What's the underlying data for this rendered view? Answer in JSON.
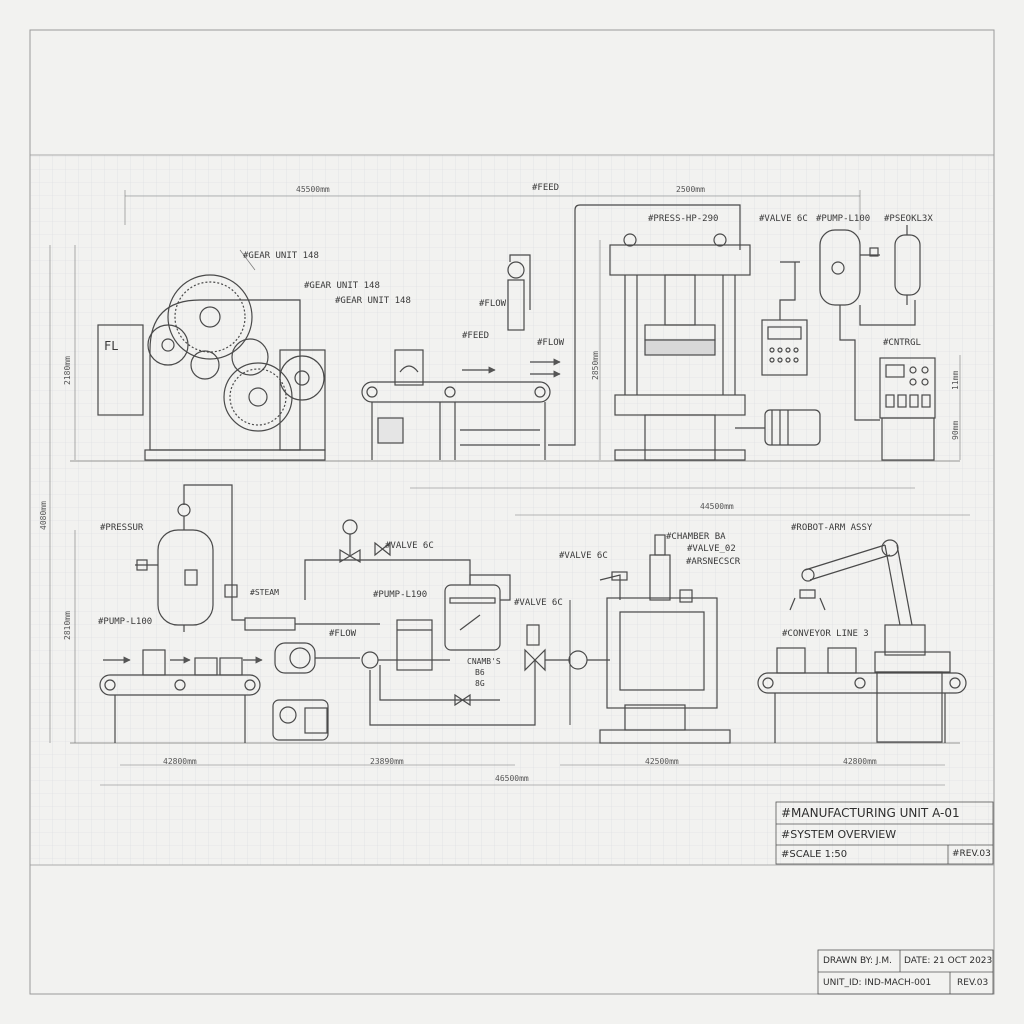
{
  "labels": {
    "gear_unit_a": "#GEAR UNIT 148",
    "gear_unit_b": "#GEAR UNIT 148",
    "gear_unit_c": "#GEAR UNIT 148",
    "flow_top": "#FLOW",
    "feed_left": "#FEED",
    "flow_arrow": "#FLOW",
    "feed_top": "#FEED",
    "press": "#PRESS-HP-290",
    "valve_top": "#VALVE 6C",
    "pump_top": "#PUMP-L100",
    "psd": "#PSEOKL3X",
    "control": "#CNTRGL",
    "pressur": "#PRESSUR",
    "pump_bottom": "#PUMP-L100",
    "steam": "#STEAM",
    "valve_bottom_a": "#VALVE 6C",
    "pump_mid": "#PUMP-L190",
    "flow_bottom": "#FLOW",
    "chamber_text_1": "CNAMB'S",
    "chamber_text_2": "B6",
    "chamber_text_3": "8G",
    "valve_bottom_b": "#VALVE 6C",
    "valve_bottom_c": "#VALVE 6C",
    "chamber": "#CHAMBER BA",
    "valve_02": "#VALVE_02",
    "arsnecscr": "#ARSNECSCR",
    "robot": "#ROBOT-ARM ASSY",
    "conveyor": "#CONVEYOR LINE 3",
    "fl_mark": "FL"
  },
  "dimensions": {
    "top_width_a": "45500mm",
    "top_width_b": "2500mm",
    "top_height_left": "2180mm",
    "top_height_mid": "2850mm",
    "top_height_right_a": "11mm",
    "top_height_right_b": "90mm",
    "mid_width": "44500mm",
    "overall_height": "4080mm",
    "bottom_height": "2810mm",
    "bottom_w1": "42800mm",
    "bottom_w2": "23890mm",
    "bottom_w3": "42500mm",
    "bottom_w4": "42800mm",
    "bottom_total": "46500mm"
  },
  "title_block": {
    "title": "#MANUFACTURING UNIT A-01",
    "subtitle": "#SYSTEM OVERVIEW",
    "scale": "#SCALE 1:50",
    "rev_tag": "#REV.03",
    "drawn_by": "DRAWN BY: J.M.",
    "date": "DATE: 21 OCT 2023",
    "unit_id": "UNIT_ID: IND-MACH-001",
    "rev": "REV.03"
  },
  "colors": {
    "paper": "#f2f2f0",
    "ink": "#4a4a4a",
    "grid": "#d8dbe0"
  }
}
